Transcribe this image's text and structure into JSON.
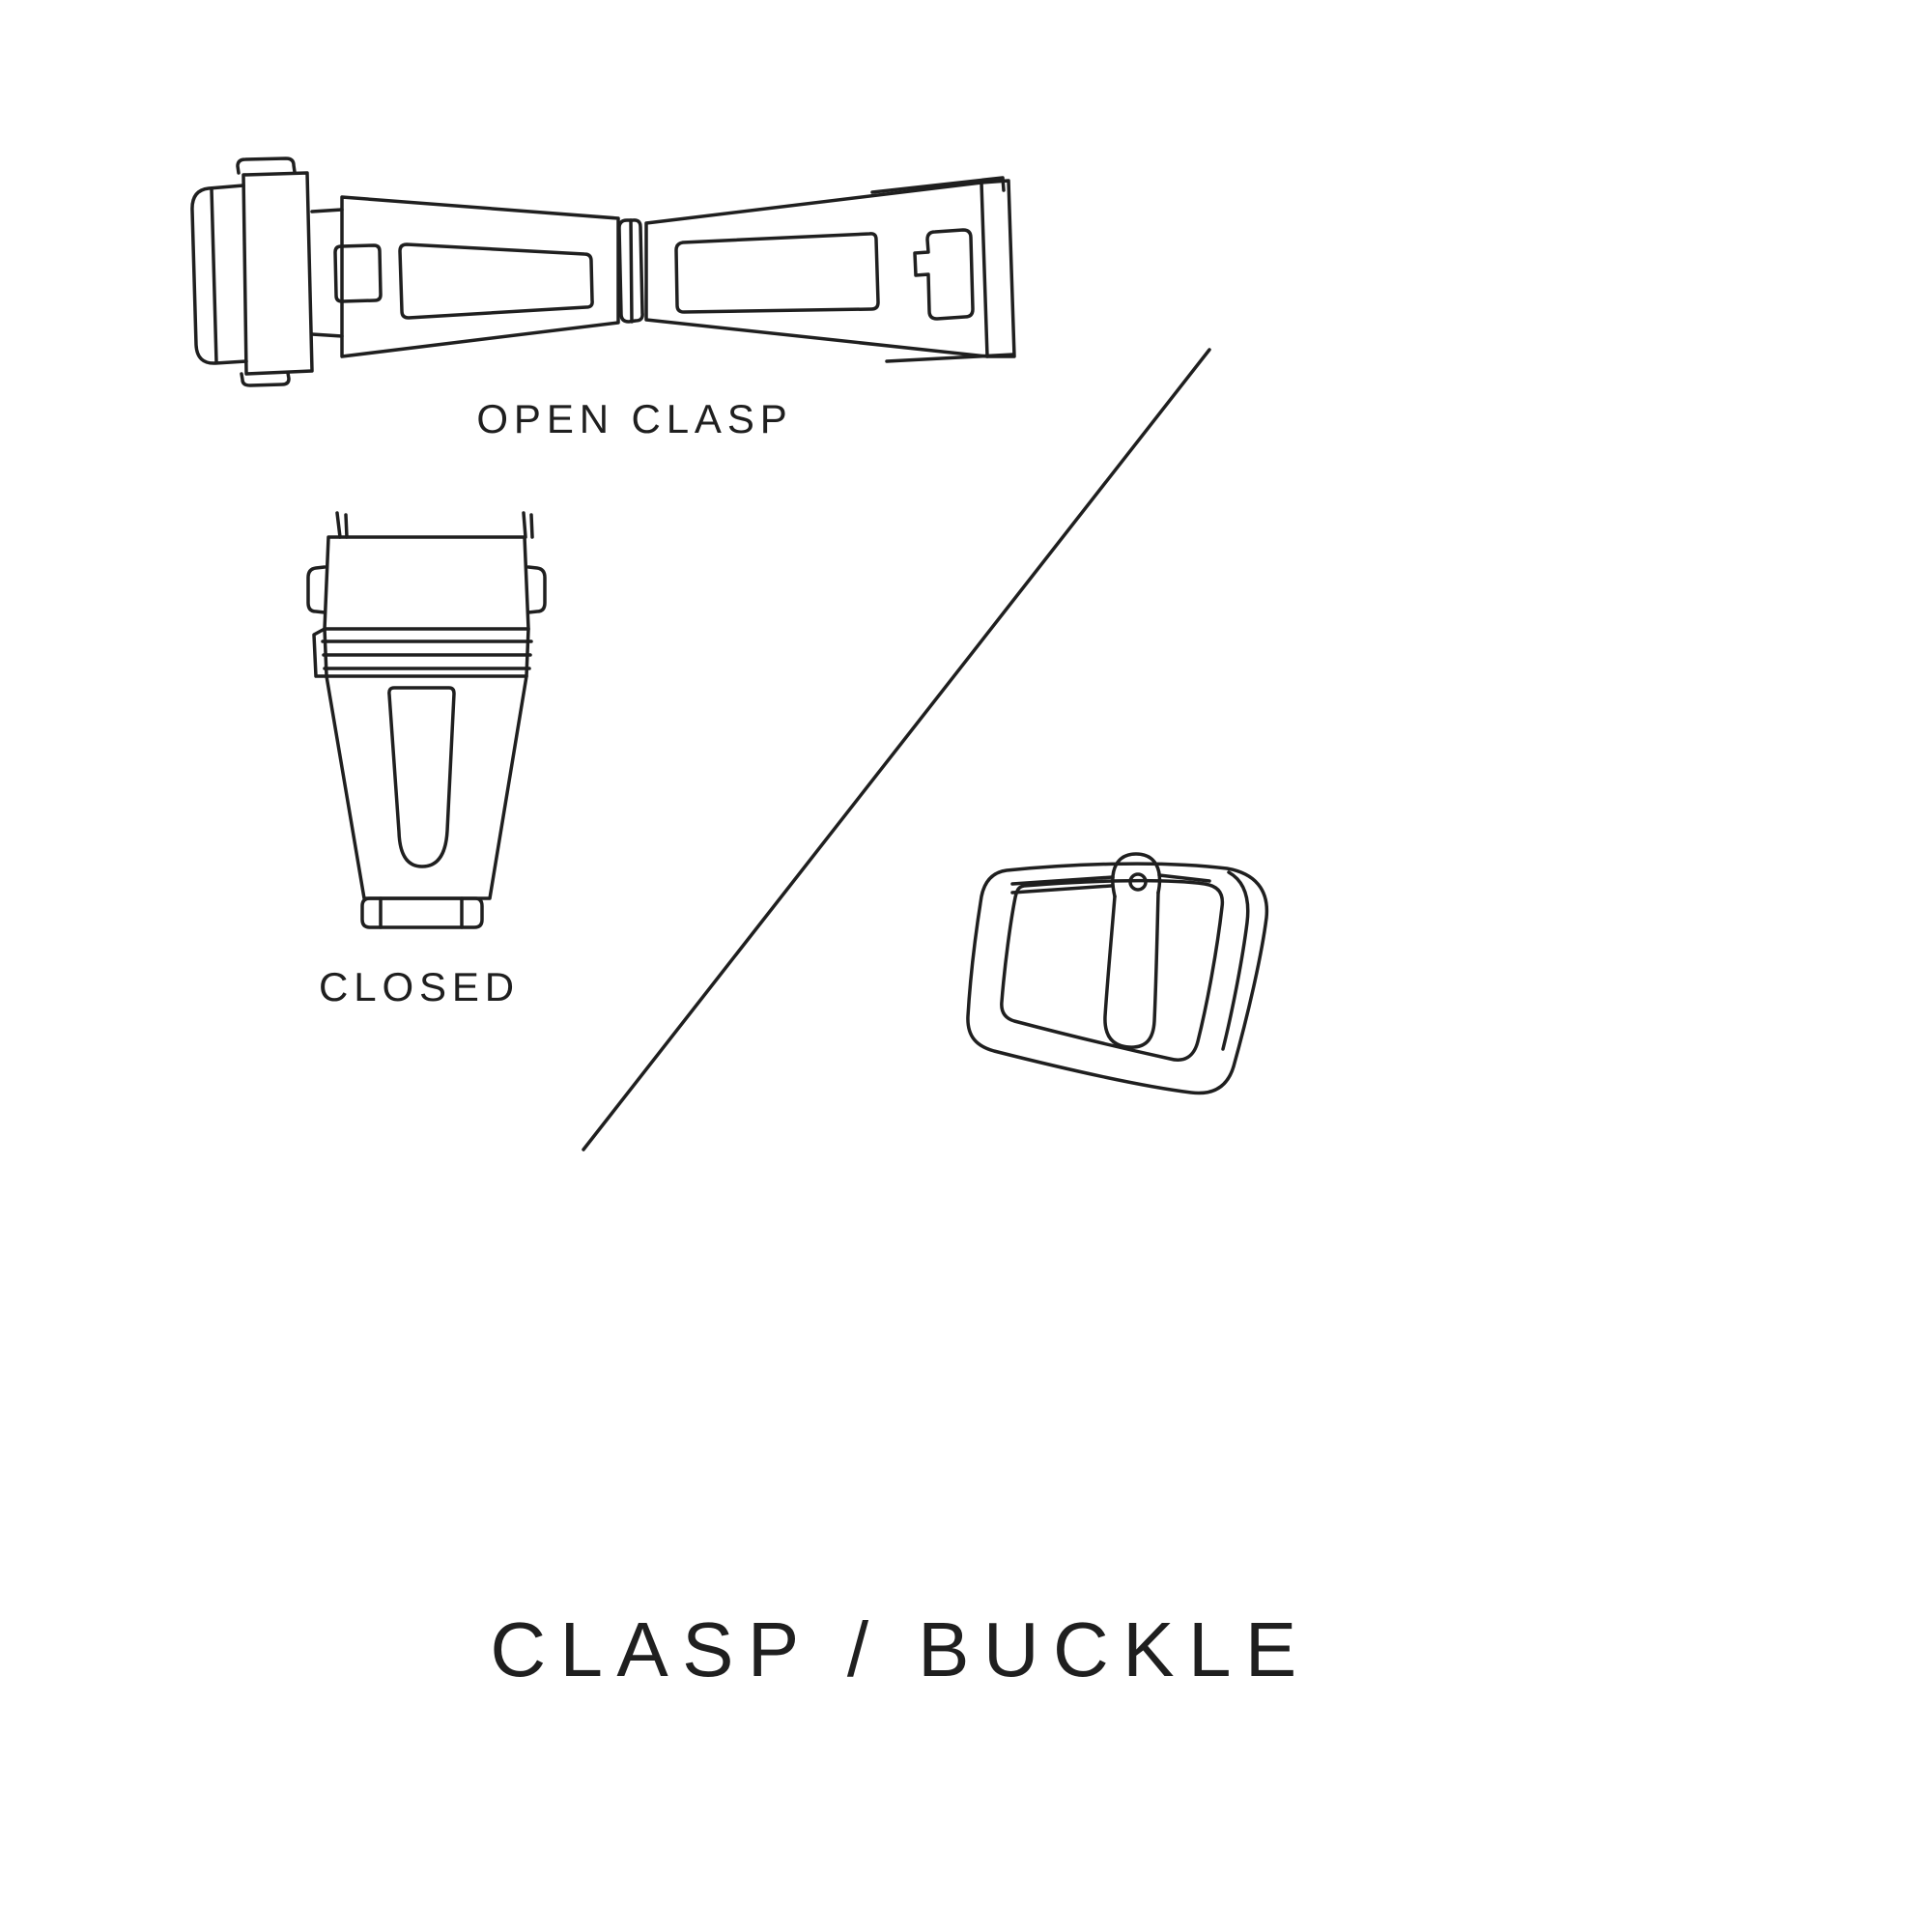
{
  "page": {
    "title": "CLASP / BUCKLE",
    "background": "#ffffff",
    "line_color": "#1f1f1f"
  },
  "labels": {
    "open_clasp": "OPEN CLASP",
    "closed": "CLOSED"
  },
  "illustrations": {
    "open_clasp": {
      "name": "open-clasp-illustration"
    },
    "closed_clasp": {
      "name": "closed-clasp-illustration"
    },
    "buckle": {
      "name": "buckle-illustration"
    },
    "divider": {
      "name": "divider-line"
    }
  }
}
